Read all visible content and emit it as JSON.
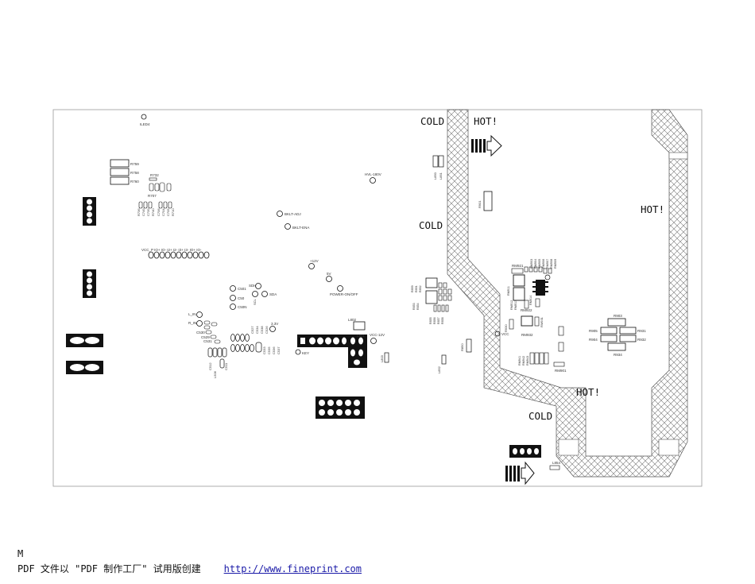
{
  "zones": {
    "cold": "COLD",
    "hot": "HOT!"
  },
  "components": {
    "led": "ILED4",
    "r759": "R759",
    "r758": "R758",
    "r760": "R760",
    "r732": "R732",
    "r707": "R707",
    "row_small": [
      "R736",
      "C749",
      "C739",
      "R740",
      "C706",
      "C704",
      "C705",
      "R710"
    ],
    "pins": "VCC_P  IO+  IO-  I2+  I2-  I3+  I3-  IO+  IO-",
    "bklt_adj": "BKLT-ADJ",
    "bklt_ena": "BKLT-ENA",
    "hvl": "HVL-180V",
    "v12": "+12V",
    "v5": "5V",
    "power": "POWER-ON/OFF",
    "c501": "C501",
    "c50": "C50",
    "c50n": "C50N",
    "sdh": "SDH",
    "sda": "SDA",
    "scl": "SCL",
    "l_in": "L_IN",
    "r_in": "R_IN",
    "c530": "C530",
    "c529": "C529",
    "c531": "C531",
    "l506": "L506",
    "c512": "C512",
    "c511": "C511",
    "v33": "3.3V",
    "c527": "C527",
    "c534": "C534",
    "c538": "C538",
    "c526": "C526",
    "c533": "C533",
    "c535": "C535",
    "c536": "C536",
    "c537": "C537",
    "key": "KEY",
    "l802": "L802",
    "vcc12": "VCC-12V",
    "l801": "L801",
    "l803": "L803",
    "l850": "L850",
    "l851": "L851",
    "r850": "R850",
    "l852": "L852",
    "r901": "R901",
    "rm_top": [
      "RM921",
      "RM903",
      "RM904",
      "RM905",
      "RM906",
      "RM907",
      "RM908",
      "RM909"
    ],
    "rm_mid": [
      "RM911",
      "RM912",
      "RM913",
      "RM914"
    ],
    "rm922": "RM922",
    "rm932": "RM932",
    "rm931": "RM931",
    "rm_low": [
      "RM941",
      "RM942",
      "RM943"
    ],
    "rm901": "RM901",
    "r930": "R930",
    "vcc": "VCC",
    "r903": "R903",
    "r905": "R905",
    "r904": "R904",
    "r931": "R931",
    "r932": "R932",
    "r934": "R934",
    "l854": "L854",
    "left_col": [
      "R859",
      "R851",
      "R852",
      "R853",
      "R854",
      "R855",
      "R856",
      "R857",
      "R858"
    ]
  },
  "footer": {
    "marker": "M",
    "note": "PDF 文件以 \"PDF 制作工厂\" 试用版创建",
    "link": "http://www.fineprint.com"
  }
}
